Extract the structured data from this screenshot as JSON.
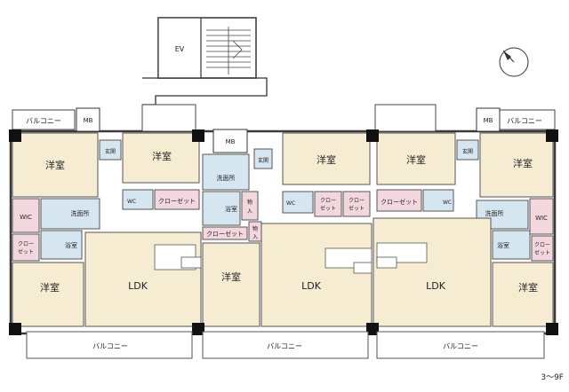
{
  "labels": {
    "ev": "EV",
    "mb": "MB",
    "yoshitsu": "洋室",
    "ldk": "LDK",
    "balcony": "バルコニー",
    "genkan": "玄関",
    "senmenjo": "洗面所",
    "yokushitsu": "浴室",
    "closet": "クローゼット",
    "closet_split_1": "クロー",
    "closet_split_2": "ゼット",
    "wic": "WIC",
    "wc": "WC",
    "monoire_1": "物",
    "monoire_2": "入",
    "floor_range": "3～9F"
  },
  "colors": {
    "wall": "#3a3a3a",
    "beige_room": "#f6ecd2",
    "wet_room": "#d6e6f0",
    "pink_room": "#f3d7df",
    "column": "#111111",
    "balcony_line": "#555555"
  },
  "icons": {
    "north_arrow": "compass-north-icon",
    "stairs": "stairs-icon"
  }
}
